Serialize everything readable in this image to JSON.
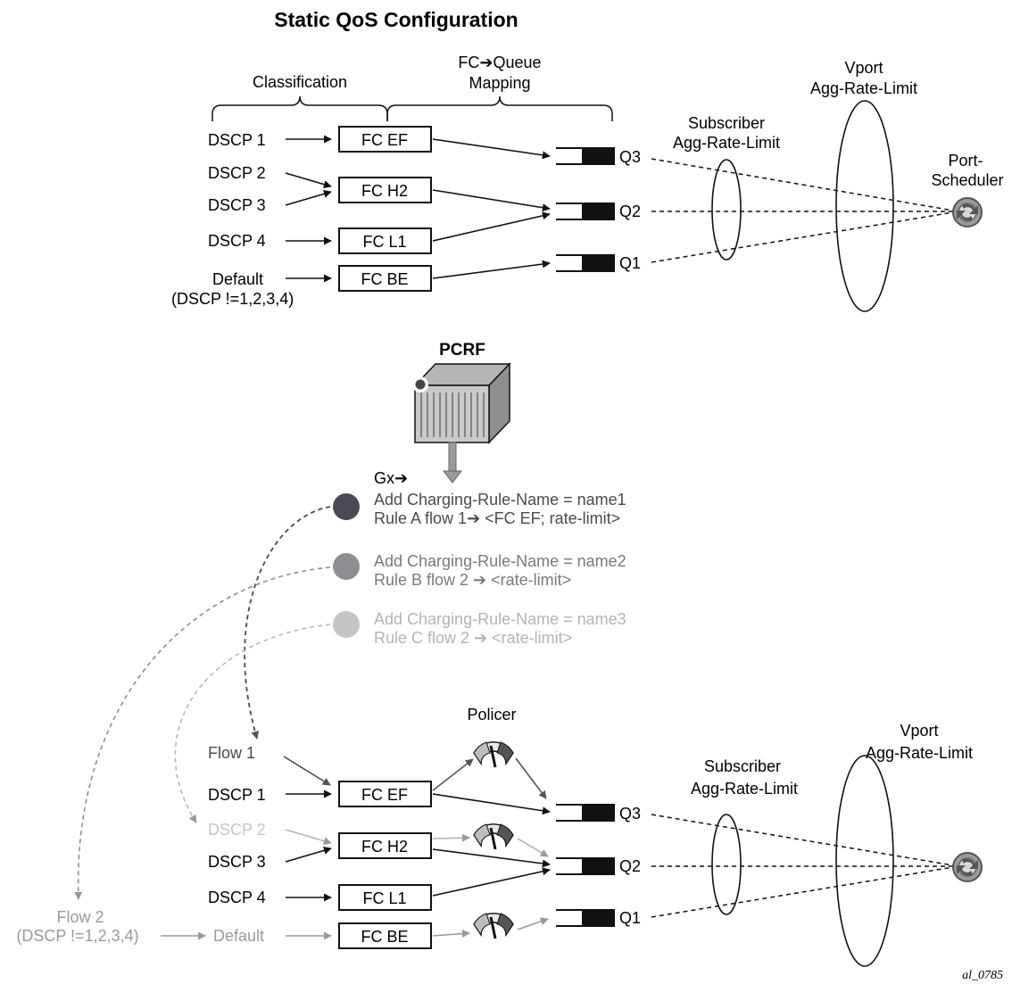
{
  "title": "Static QoS Configuration",
  "colors": {
    "dark": "#111111",
    "mid": "#555555",
    "light": "#9a9a9a",
    "dot_dark": "#4a4a52",
    "dot_mid": "#8e8e92",
    "dot_light": "#c4c6c4"
  },
  "top": {
    "brace_classification": "Classification",
    "brace_mapping_line1": "FC",
    "brace_mapping_arrow": "➔",
    "brace_mapping_word": "Queue",
    "brace_mapping_line2": "Mapping",
    "inputs": [
      "DSCP 1",
      "DSCP 2",
      "DSCP 3",
      "DSCP 4",
      "Default",
      "(DSCP !=1,2,3,4)"
    ],
    "fcs": [
      "FC EF",
      "FC H2",
      "FC L1",
      "FC BE"
    ],
    "queues": [
      "Q3",
      "Q2",
      "Q1"
    ],
    "subscriber_line1": "Subscriber",
    "subscriber_line2": "Agg-Rate-Limit",
    "vport_line1": "Vport",
    "vport_line2": "Agg-Rate-Limit",
    "port_line1": "Port-",
    "port_line2": "Scheduler"
  },
  "pcrf": {
    "label": "PCRF",
    "gx": "Gx➔",
    "rules": [
      {
        "line1": "Add Charging-Rule-Name = name1",
        "line2": "Rule A flow 1➔ <FC EF; rate-limit>",
        "shade": "dark"
      },
      {
        "line1": "Add Charging-Rule-Name = name2",
        "line2": "Rule B flow 2 ➔ <rate-limit>",
        "shade": "mid"
      },
      {
        "line1": "Add Charging-Rule-Name = name3",
        "line2": "Rule C flow 2 ➔ <rate-limit>",
        "shade": "light"
      }
    ]
  },
  "bottom": {
    "policer": "Policer",
    "flow1": "Flow 1",
    "inputs": [
      "DSCP 1",
      "DSCP 2",
      "DSCP 3",
      "DSCP 4",
      "Default"
    ],
    "flow2_line1": "Flow 2",
    "flow2_line2": "(DSCP !=1,2,3,4)",
    "fcs": [
      "FC EF",
      "FC H2",
      "FC L1",
      "FC BE"
    ],
    "queues": [
      "Q3",
      "Q2",
      "Q1"
    ],
    "subscriber_line1": "Subscriber",
    "subscriber_line2": "Agg-Rate-Limit",
    "vport_line1": "Vport",
    "vport_line2": "Agg-Rate-Limit"
  },
  "figure_id": "al_0785"
}
